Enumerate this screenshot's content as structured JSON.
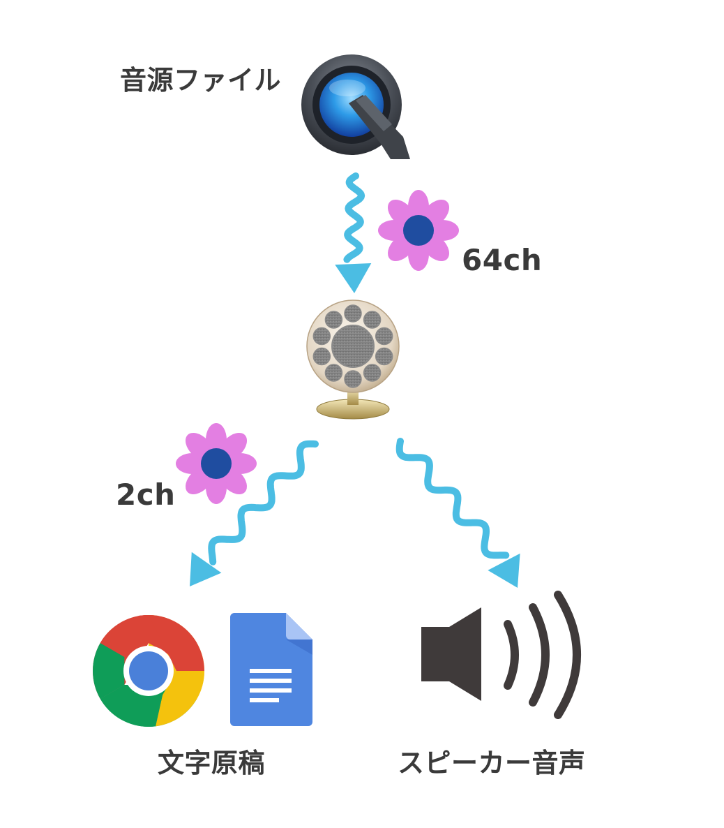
{
  "colors": {
    "arrow": "#4bbde3",
    "petal": "#e37fe2",
    "flower_center": "#1f4da0",
    "text": "#3a3a3a",
    "speaker": "#3f3a3a"
  },
  "nodes": {
    "source": {
      "label": "音源ファイル",
      "icon": "quicktime-icon"
    },
    "mixer": {
      "icon": "microphone-icon"
    },
    "text_output": {
      "label": "文字原稿",
      "icons": [
        "chrome-icon",
        "google-docs-icon"
      ]
    },
    "speaker_output": {
      "label": "スピーカー音声",
      "icon": "speaker-icon"
    }
  },
  "edges": [
    {
      "from": "source",
      "to": "mixer",
      "label": "64ch",
      "badge": "flower-icon"
    },
    {
      "from": "mixer",
      "to": "text_output",
      "label": "2ch",
      "badge": "flower-icon"
    },
    {
      "from": "mixer",
      "to": "speaker_output"
    }
  ]
}
